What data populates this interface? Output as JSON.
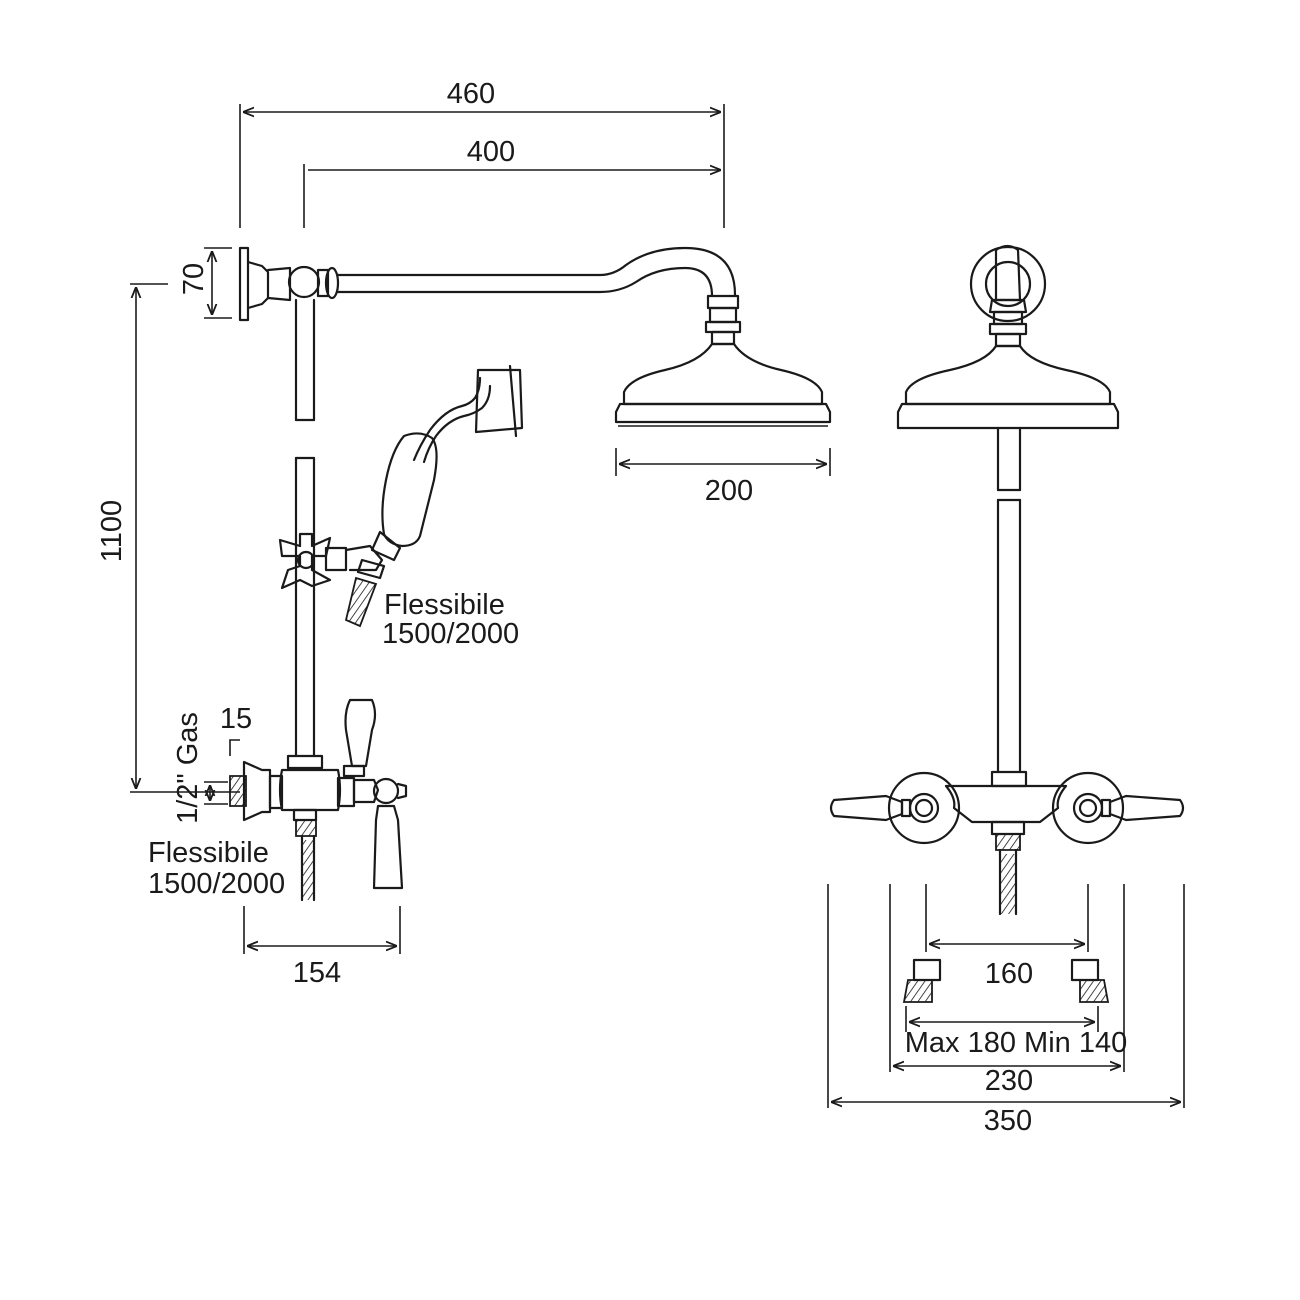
{
  "dimensions": {
    "overall_arm_width": "460",
    "arm_projection": "400",
    "wall_plate_height": "70",
    "rail_height": "1100",
    "head_diameter": "200",
    "mixer_depth": "154",
    "inlet_offset": "15",
    "thread_spec": "1/2\" Gas",
    "inlet_centers": "160",
    "inlet_adjust_range": "Max 180 Min 140",
    "mixer_width": "230",
    "overall_width": "350"
  },
  "labels": {
    "hose_label_1": "Flessibile",
    "hose_size_1": "1500/2000",
    "hose_label_2": "Flessibile",
    "hose_size_2": "1500/2000"
  },
  "style": {
    "line_color": "#1a1a1a",
    "background": "#ffffff"
  }
}
